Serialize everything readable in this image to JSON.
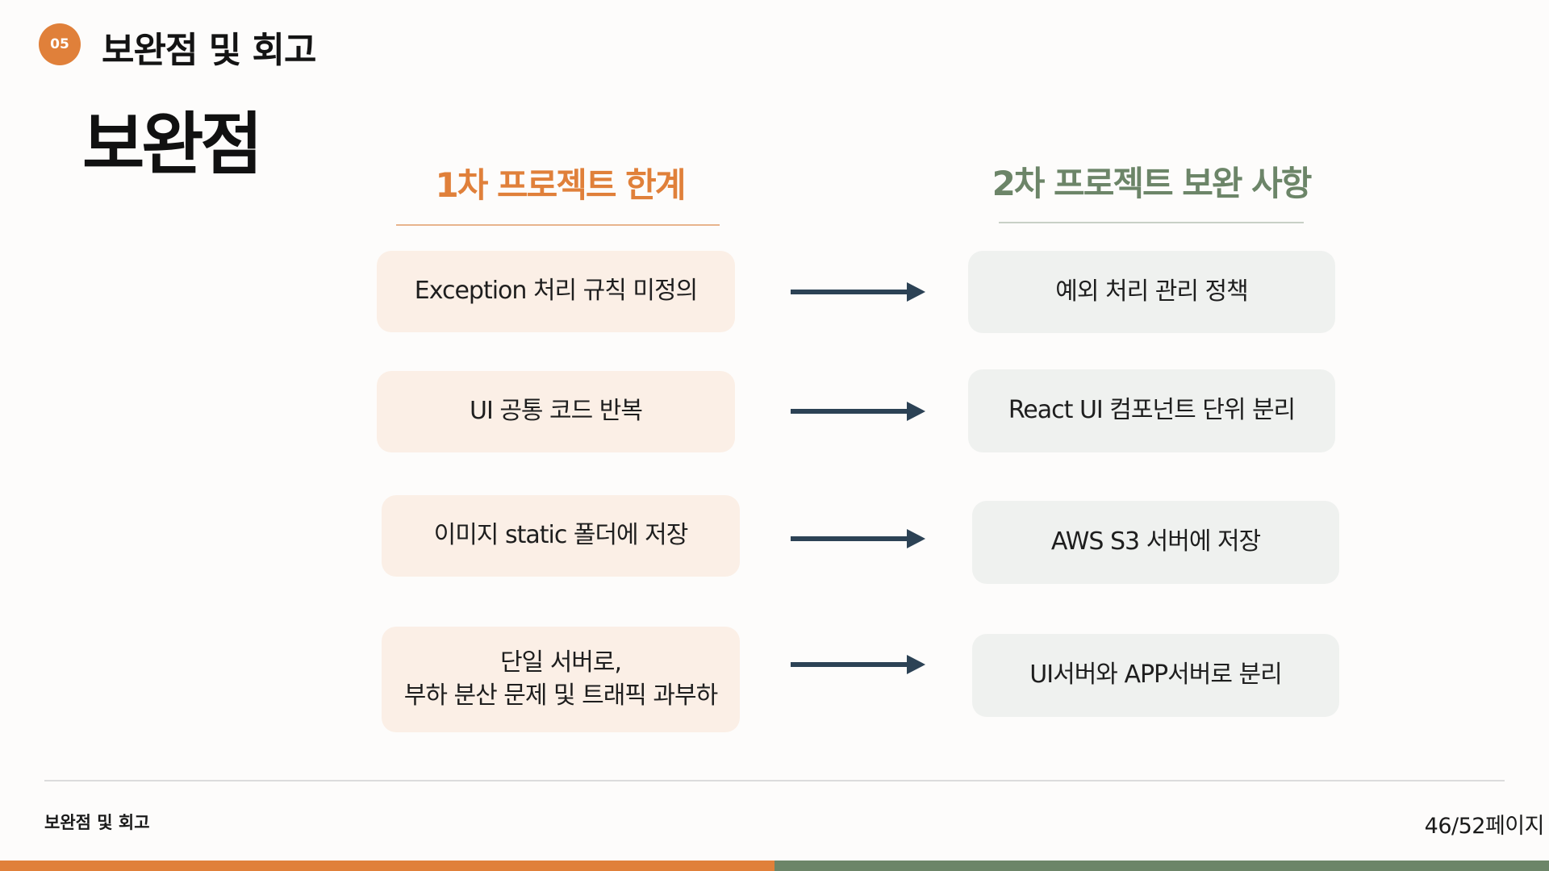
{
  "header": {
    "badge": "05",
    "section_title": "보완점 및 회고",
    "page_title": "보완점"
  },
  "columns": {
    "left_title": "1차 프로젝트 한계",
    "right_title": "2차 프로젝트 보완 사항"
  },
  "rows": [
    {
      "limit": "Exception 처리 규칙 미정의",
      "improvement": "예외 처리 관리 정책"
    },
    {
      "limit": "UI 공통 코드 반복",
      "improvement": "React UI 컴포넌트 단위 분리"
    },
    {
      "limit": "이미지 static 폴더에 저장",
      "improvement": "AWS S3 서버에 저장"
    },
    {
      "limit_line1": "단일 서버로,",
      "limit_line2": "부하 분산 문제 및 트래픽 과부하",
      "improvement": "UI서버와 APP서버로 분리"
    }
  ],
  "footer": {
    "left": "보완점 및 회고",
    "page_indicator": "46/52페이지"
  },
  "colors": {
    "accent_orange": "#e0803a",
    "accent_green": "#6c8568",
    "arrow": "#2c4255"
  }
}
